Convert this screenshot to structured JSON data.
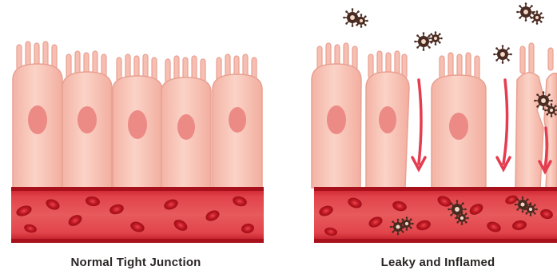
{
  "panels": {
    "normal": {
      "caption": "Normal Tight Junction"
    },
    "leaky": {
      "caption": "Leaky and Inflamed"
    }
  },
  "colors": {
    "cell_fill": "#f7c1b4",
    "cell_stroke": "#e8a192",
    "nucleus": "#ec8a85",
    "vessel_wall": "#c8202b",
    "vessel_inner": "#e04249",
    "blood_cell": "#b3141f",
    "arrow": "#e53d50",
    "pathogen": "#4a2b21",
    "caption_text": "#2b2525"
  },
  "icons": [
    "epithelial-cell",
    "blood-vessel",
    "red-blood-cell",
    "pathogen",
    "leak-arrow"
  ]
}
